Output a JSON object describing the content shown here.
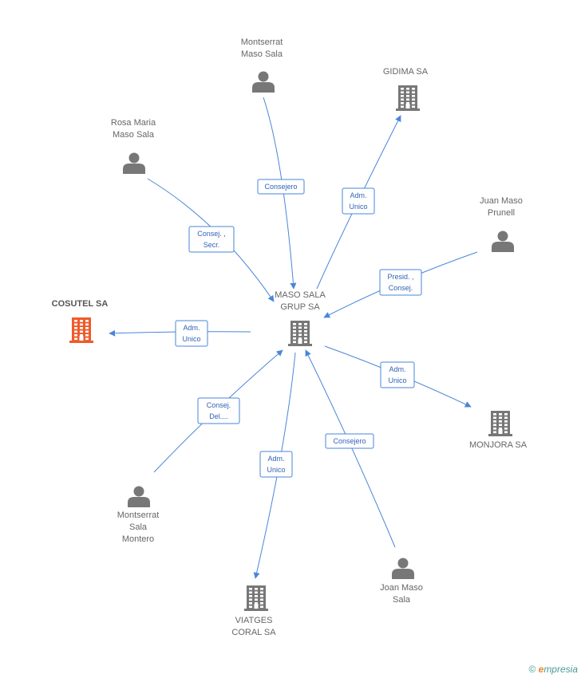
{
  "colors": {
    "edge": "#4a86d8",
    "edge_text": "#2f63b5",
    "node_icon": "#777777",
    "highlight_icon": "#f05a2a"
  },
  "nodes": [
    {
      "id": "center",
      "type": "company",
      "lines": [
        "MASO SALA",
        "GRUP SA"
      ],
      "highlight": false,
      "icon": "building-icon"
    },
    {
      "id": "cosutel",
      "type": "company",
      "lines": [
        "COSUTEL SA"
      ],
      "highlight": true,
      "icon": "building-icon"
    },
    {
      "id": "gidima",
      "type": "company",
      "lines": [
        "GIDIMA SA"
      ],
      "highlight": false,
      "icon": "building-icon"
    },
    {
      "id": "monjora",
      "type": "company",
      "lines": [
        "MONJORA SA"
      ],
      "highlight": false,
      "icon": "building-icon"
    },
    {
      "id": "viatges",
      "type": "company",
      "lines": [
        "VIATGES",
        "CORAL SA"
      ],
      "highlight": false,
      "icon": "building-icon"
    },
    {
      "id": "montserrat_maso",
      "type": "person",
      "lines": [
        "Montserrat",
        "Maso Sala"
      ],
      "highlight": false,
      "icon": "person-icon"
    },
    {
      "id": "rosa_maria",
      "type": "person",
      "lines": [
        "Rosa Maria",
        "Maso Sala"
      ],
      "highlight": false,
      "icon": "person-icon"
    },
    {
      "id": "juan_maso",
      "type": "person",
      "lines": [
        "Juan Maso",
        "Prunell"
      ],
      "highlight": false,
      "icon": "person-icon"
    },
    {
      "id": "montserrat_montero",
      "type": "person",
      "lines": [
        "Montserrat",
        "Sala",
        "Montero"
      ],
      "highlight": false,
      "icon": "person-icon"
    },
    {
      "id": "joan_maso",
      "type": "person",
      "lines": [
        "Joan Maso",
        "Sala"
      ],
      "highlight": false,
      "icon": "person-icon"
    }
  ],
  "edges": [
    {
      "from": "montserrat_maso",
      "to": "center",
      "lines": [
        "Consejero"
      ]
    },
    {
      "from": "center",
      "to": "gidima",
      "lines": [
        "Adm.",
        "Unico"
      ]
    },
    {
      "from": "rosa_maria",
      "to": "center",
      "lines": [
        "Consej. ,",
        "Secr."
      ]
    },
    {
      "from": "juan_maso",
      "to": "center",
      "lines": [
        "Presid. ,",
        "Consej."
      ]
    },
    {
      "from": "center",
      "to": "cosutel",
      "lines": [
        "Adm.",
        "Unico"
      ]
    },
    {
      "from": "center",
      "to": "monjora",
      "lines": [
        "Adm.",
        "Unico"
      ]
    },
    {
      "from": "montserrat_montero",
      "to": "center",
      "lines": [
        "Consej.",
        "Del...."
      ]
    },
    {
      "from": "center",
      "to": "viatges",
      "lines": [
        "Adm.",
        "Unico"
      ]
    },
    {
      "from": "joan_maso",
      "to": "center",
      "lines": [
        "Consejero"
      ]
    }
  ],
  "footer": {
    "copyright": "©",
    "brand_initial": "e",
    "brand_rest": "mpresia"
  }
}
